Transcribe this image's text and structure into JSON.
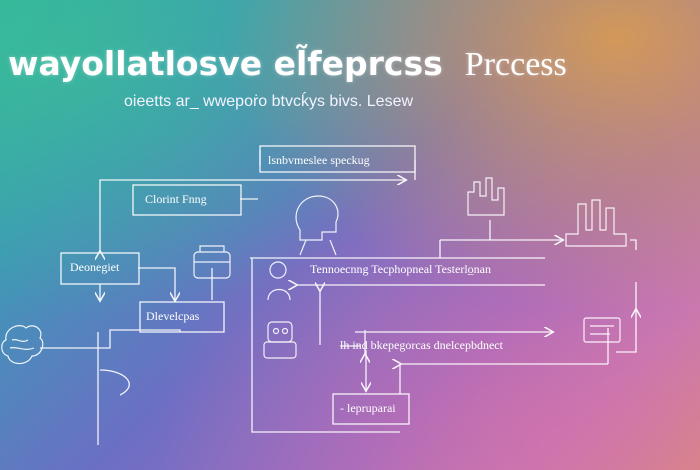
{
  "title": {
    "main": "wayollatlosve el̃feprcss",
    "right": "Prccess"
  },
  "subtitle": "oieetts ar_ wwepoṙo btvcḱys  bivs. Lesew",
  "nodes": {
    "top_label": "lsnbvmeslee speckug",
    "client": "Clorint  Fnng",
    "deonegiet": "Deonegiet",
    "develcpas": "Dlevelcpas",
    "tennoc": "Tennoecnng  Tecphopneal  Testerlo̲nan",
    "lower_label": "lh  ind bkepegorcas  dnelcepbdnect",
    "bottom_box": "- lepruparai"
  },
  "colors": {
    "line": "#ffffff",
    "accent_orange": "#e2a046",
    "accent_teal": "#2fb3a0"
  }
}
